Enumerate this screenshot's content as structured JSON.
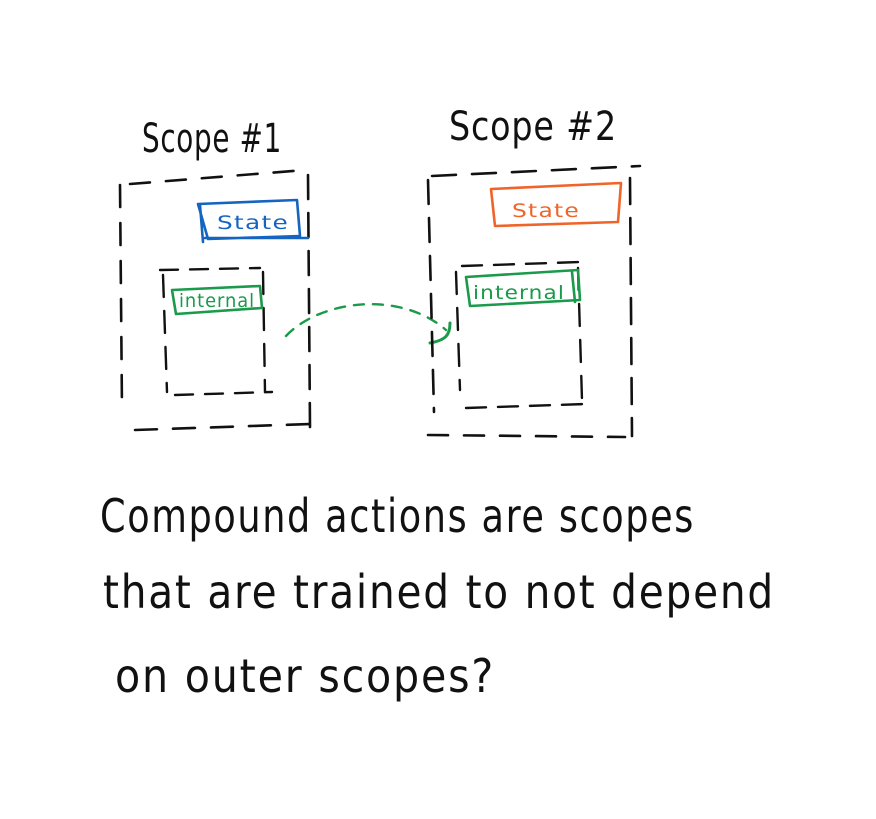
{
  "scopes": [
    {
      "title": "Scope #1",
      "state_label": "State",
      "internal_label": "internal",
      "state_color": "#1565c0"
    },
    {
      "title": "Scope #2",
      "state_label": "State",
      "internal_label": "internal",
      "state_color": "#f0642a"
    }
  ],
  "internal_color": "#1a9a4a",
  "ink_color": "#111111",
  "caption": {
    "line1": "Compound actions are scopes",
    "line2": "that are trained to not depend",
    "line3": "on outer scopes?"
  }
}
